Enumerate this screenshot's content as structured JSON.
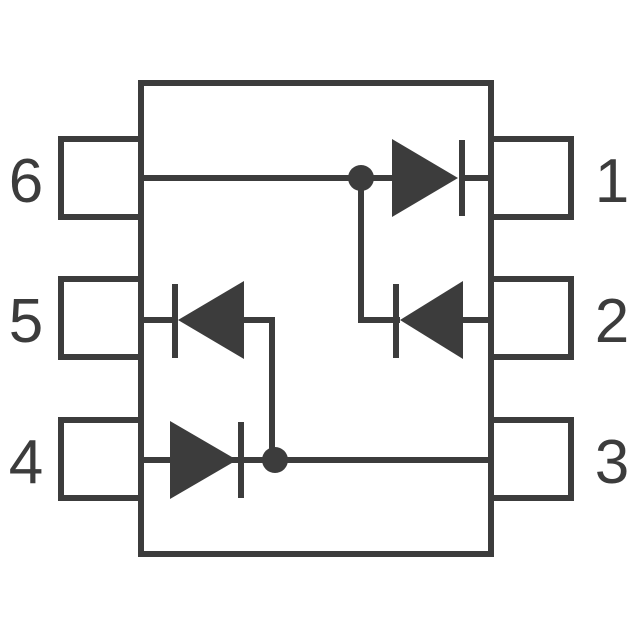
{
  "colors": {
    "stroke": "#3c3c3c",
    "background": "#ffffff"
  },
  "pins": {
    "p1": "1",
    "p2": "2",
    "p3": "3",
    "p4": "4",
    "p5": "5",
    "p6": "6"
  }
}
